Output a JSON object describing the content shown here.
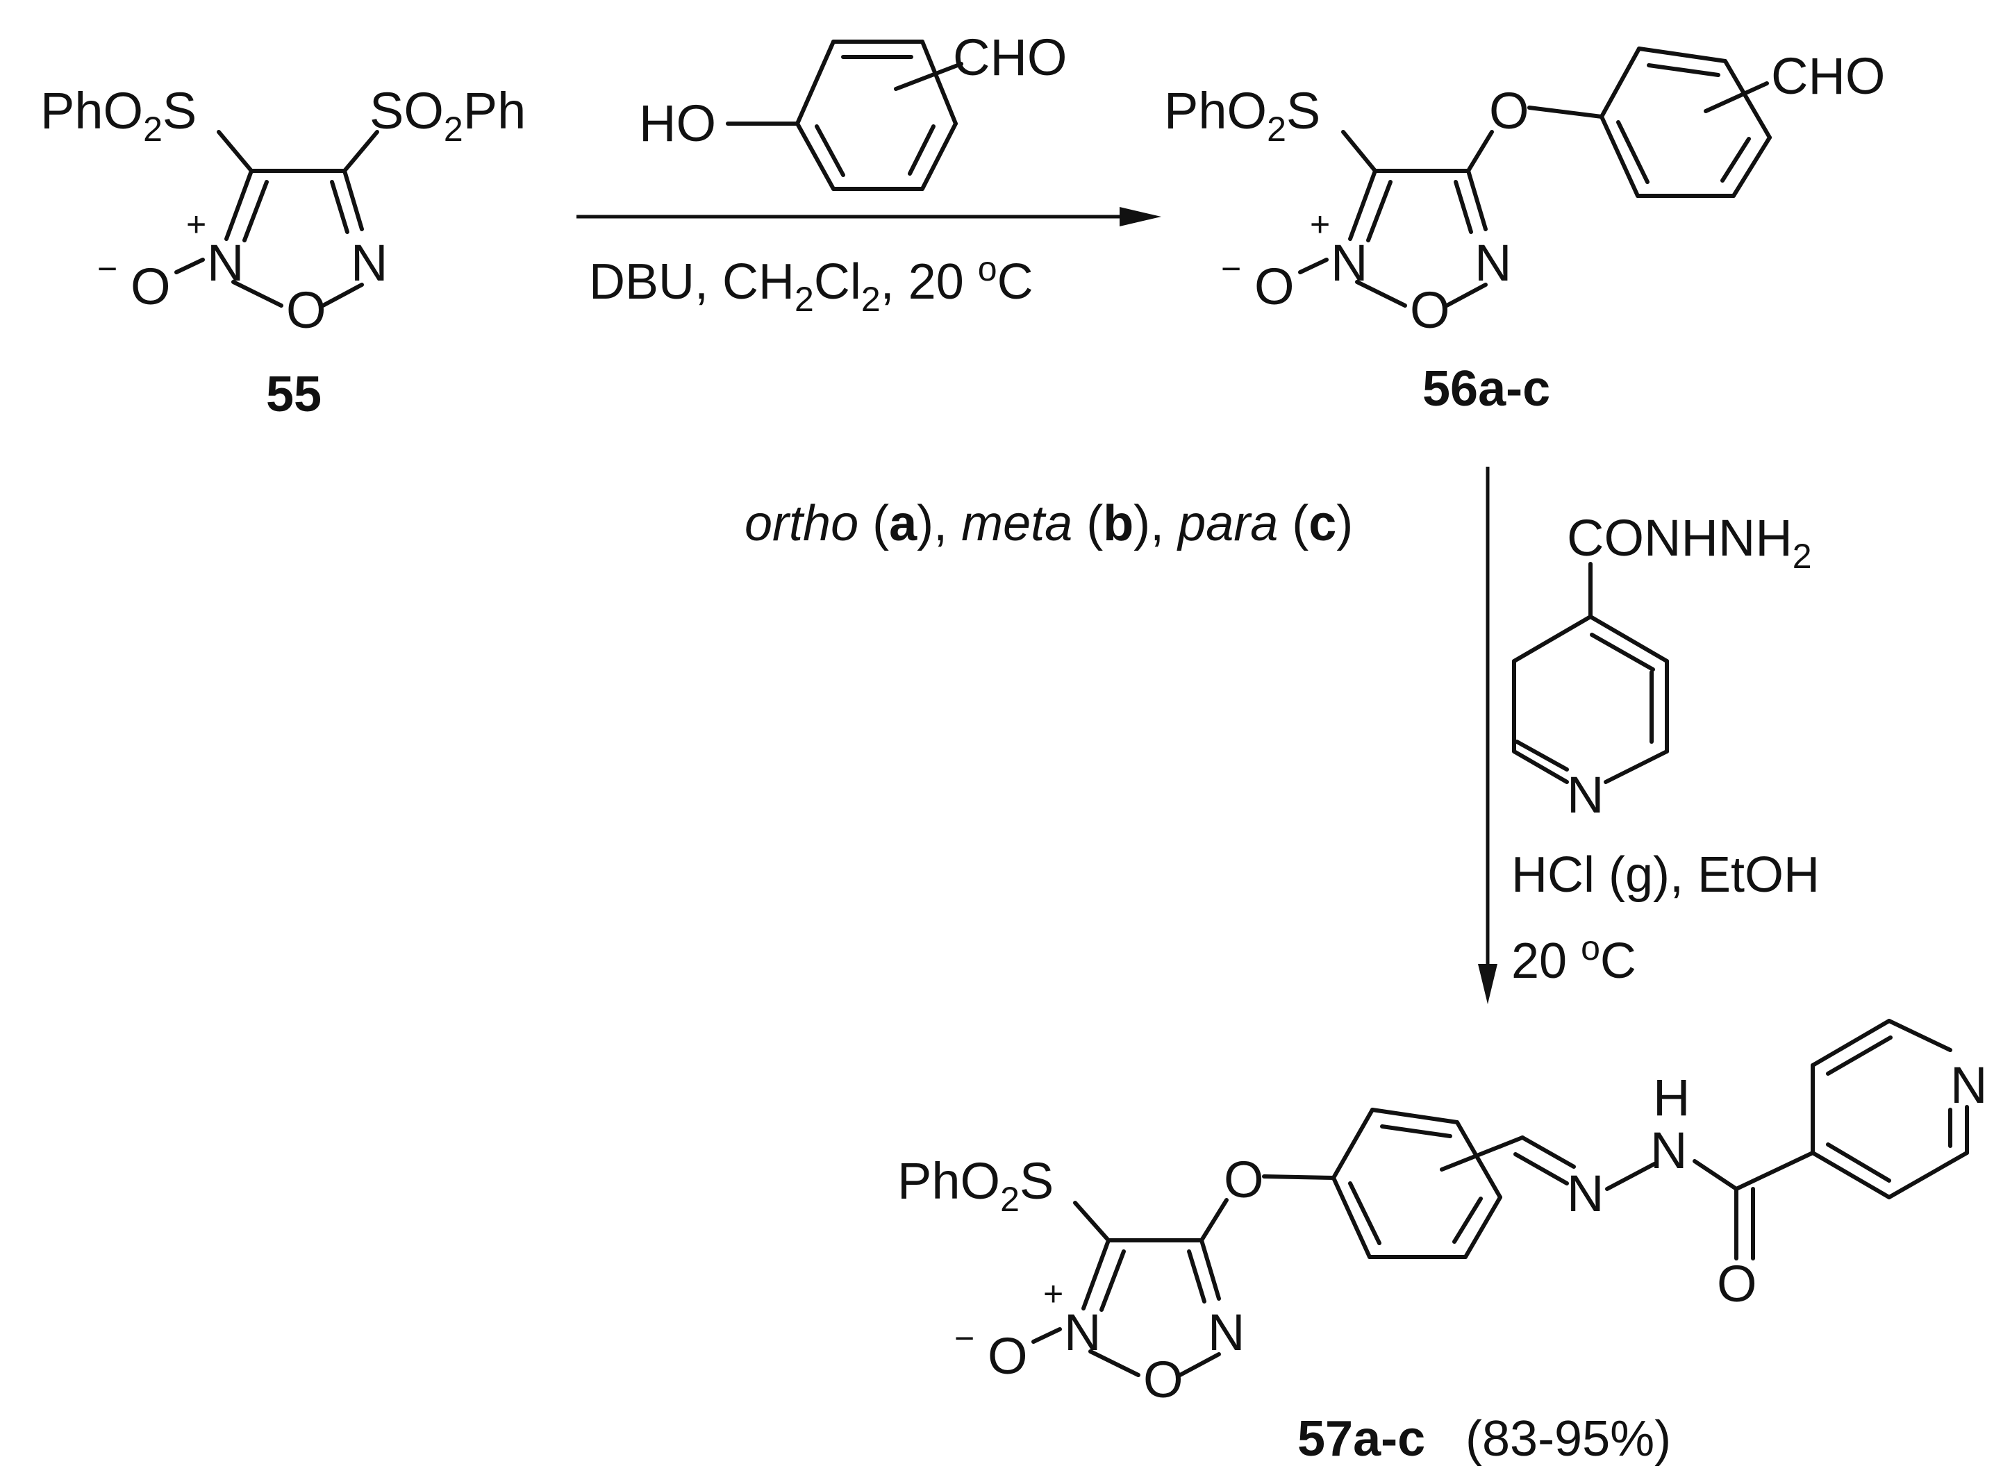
{
  "compound_55": {
    "label": "55",
    "left_substituent": "PhO2S",
    "right_substituent": "SO2Ph",
    "ring_atoms": [
      "N",
      "N",
      "O"
    ],
    "oxide": "O",
    "charges": [
      "+",
      "−"
    ]
  },
  "reaction_1": {
    "reagent_oh": "HO",
    "reagent_cho": "CHO",
    "conditions": "DBU, CH2Cl2, 20 oC"
  },
  "compound_56": {
    "label": "56a-c",
    "substituent": "PhO2S",
    "ether_o": "O",
    "aldehyde": "CHO"
  },
  "isomers": {
    "ortho": "ortho",
    "a": "a",
    "meta": "meta",
    "b": "b",
    "para": "para",
    "c": "c"
  },
  "reaction_2": {
    "hydrazide": "CONHNH2",
    "pyridine_n": "N",
    "conditions_line1": "HCl (g), EtOH",
    "conditions_line2": "20 oC"
  },
  "compound_57": {
    "label": "57a-c",
    "yield": "(83-95%)",
    "substituent": "PhO2S",
    "ether_o": "O",
    "imine_n": "N",
    "nh_n": "N",
    "nh_h": "H",
    "carbonyl_o": "O",
    "pyridine_n": "N"
  }
}
